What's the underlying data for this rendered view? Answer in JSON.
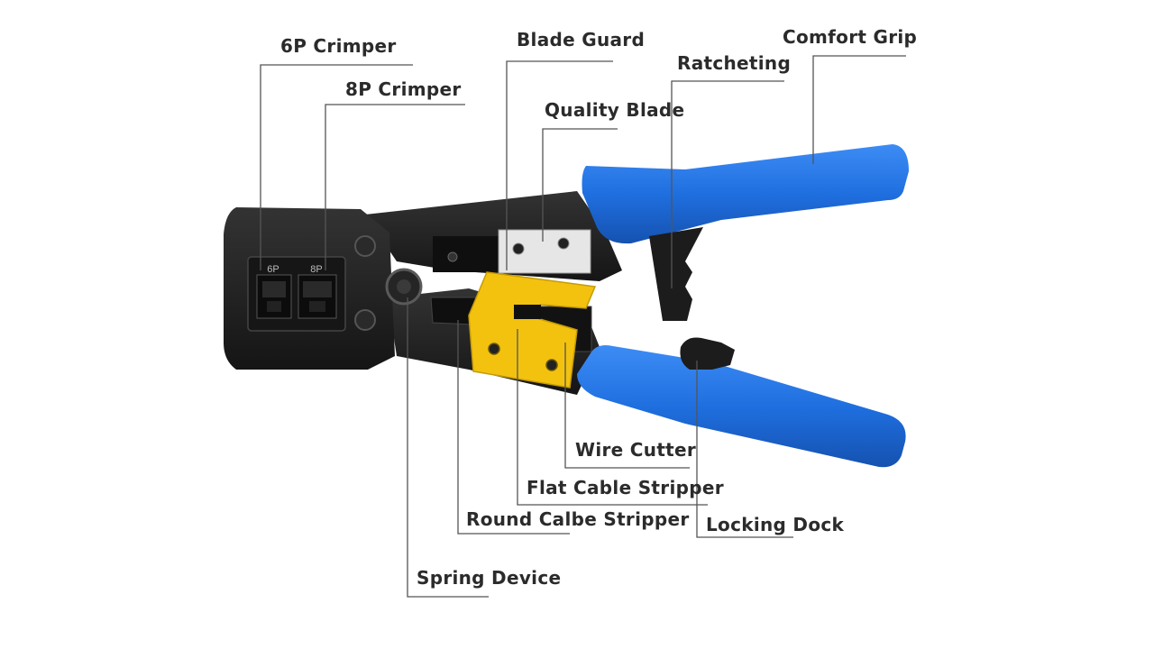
{
  "labels": {
    "crimper_6p": "6P Crimper",
    "crimper_8p": "8P Crimper",
    "blade_guard": "Blade Guard",
    "comfort_grip": "Comfort Grip",
    "ratcheting": "Ratcheting",
    "quality_blade": "Quality Blade",
    "wire_cutter": "Wire Cutter",
    "flat_cable_stripper": "Flat Cable Stripper",
    "round_cable_stripper": "Round Calbe Stripper",
    "locking_dock": "Locking Dock",
    "spring_device": "Spring Device"
  },
  "die_marks": {
    "six": "6P",
    "eight": "8P"
  },
  "colors": {
    "body": "#1e1e1e",
    "handle": "#1f6fe0",
    "guard": "#f2c20f",
    "blade": "#e6e6e6",
    "leader": "#555555",
    "text": "#2b2b2b"
  }
}
